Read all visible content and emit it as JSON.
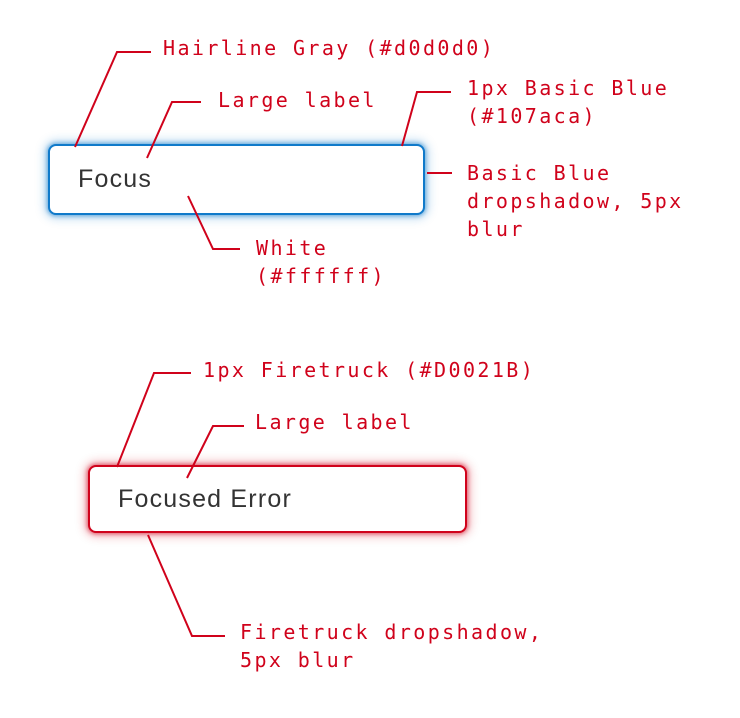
{
  "palette": {
    "annotation_red": "#d0021b",
    "basic_blue": "#107aca",
    "firetruck": "#d0021b",
    "label_gray": "#333333",
    "field_white": "#ffffff",
    "background": "#ffffff"
  },
  "focus_figure": {
    "field_label": "Focus",
    "ann_hairline": "Hairline Gray (#d0d0d0)",
    "ann_label": "Large label",
    "ann_border": "1px Basic Blue\n(#107aca)",
    "ann_shadow": "Basic Blue\ndropshadow, 5px\nblur",
    "ann_background": "White\n(#ffffff)"
  },
  "error_figure": {
    "field_label": "Focused Error",
    "ann_border": "1px Firetruck (#D0021B)",
    "ann_label": "Large label",
    "ann_shadow": "Firetruck dropshadow,\n5px blur"
  }
}
